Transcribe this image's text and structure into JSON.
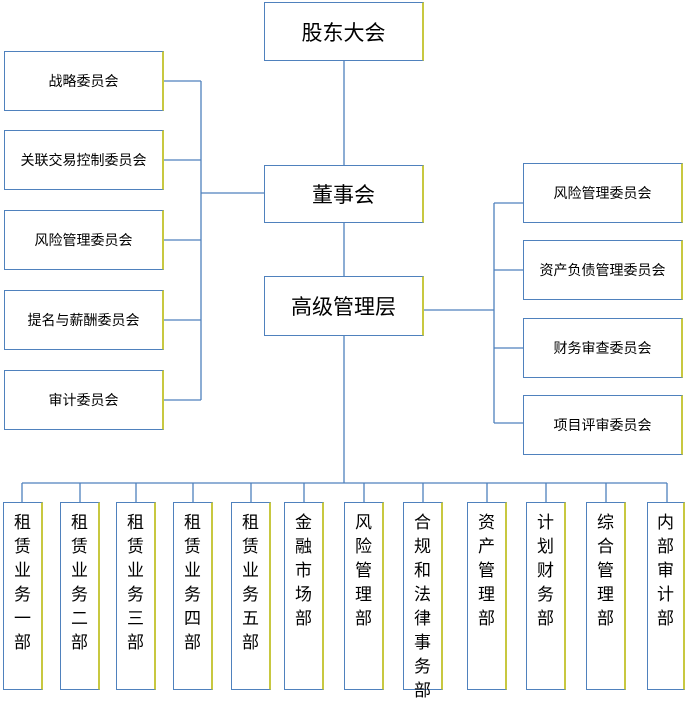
{
  "top": {
    "shareholders": "股东大会",
    "board": "董事会",
    "management": "高级管理层"
  },
  "board_committees": [
    "战略委员会",
    "关联交易控制委员会",
    "风险管理委员会",
    "提名与薪酬委员会",
    "审计委员会"
  ],
  "management_committees": [
    "风险管理委员会",
    "资产负债管理委员会",
    "财务审查委员会",
    "项目评审委员会"
  ],
  "departments": [
    "租赁业务一部",
    "租赁业务二部",
    "租赁业务三部",
    "租赁业务四部",
    "租赁业务五部",
    "金融市场部",
    "风险管理部",
    "合规和法律事务部",
    "资产管理部",
    "计划财务部",
    "综合管理部",
    "内部审计部"
  ],
  "colors": {
    "line": "#4f81bd",
    "box_border": "#4f81bd",
    "box_accent": "#c8c840"
  }
}
